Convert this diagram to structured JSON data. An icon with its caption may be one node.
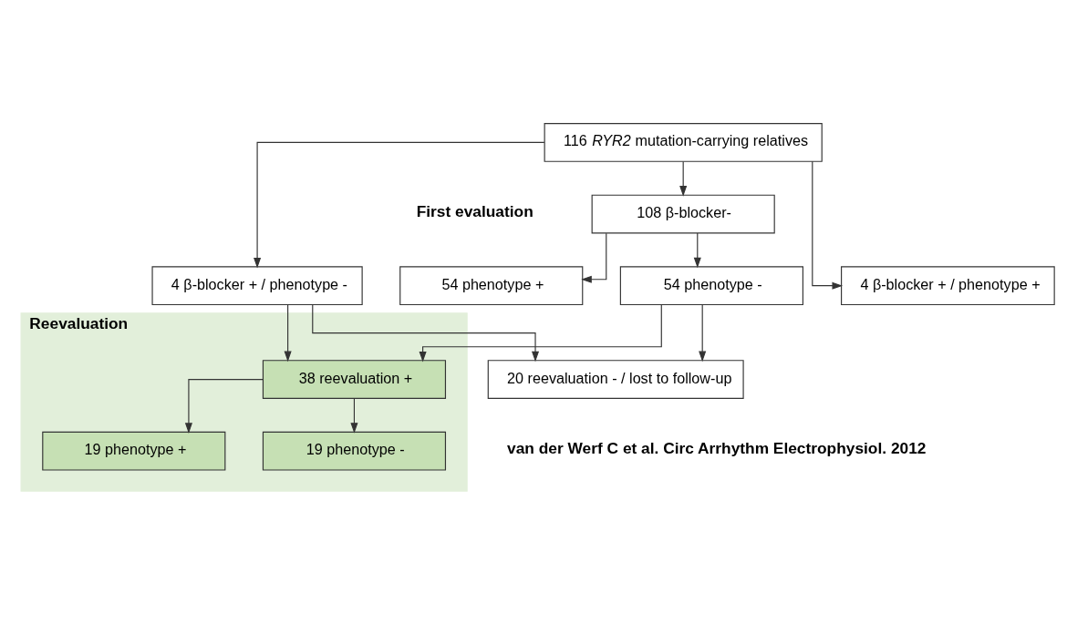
{
  "diagram": {
    "nodes": [
      {
        "text": [
          "116 *RYR2* mutation-carrying relatives"
        ]
      },
      {
        "text": [
          "4 β-blocker + / phenotype -"
        ]
      },
      {
        "text": [
          "4 β-blocker + / phenotype +"
        ]
      },
      {
        "text": [
          "108 β-blocker-"
        ]
      },
      {
        "text": [
          "54 phenotype +"
        ]
      },
      {
        "text": [
          "54 phenotype -"
        ]
      },
      {
        "text": [
          "Reevaluation"
        ]
      },
      {
        "text": [
          "38 reevaluation +"
        ],
        "in": 6
      },
      {
        "text": [
          "19 phenotype +"
        ],
        "in": 6
      },
      {
        "text": [
          "19 phenotype -"
        ],
        "in": 6
      },
      {
        "text": [
          "20 reevaluation - / lost to follow-up"
        ]
      }
    ],
    "edges": [
      {
        "from": 0,
        "to": 1,
        "arrow": "to"
      },
      {
        "from": 0,
        "to": 2,
        "arrow": "to"
      },
      {
        "from": 0,
        "to": 3,
        "arrow": "to"
      },
      {
        "from": 3,
        "to": 4,
        "arrow": "to"
      },
      {
        "from": 3,
        "to": 5,
        "arrow": "to"
      },
      {
        "from": 1,
        "to": 7,
        "arrow": "to"
      },
      {
        "from": 1,
        "to": 10,
        "arrow": "to"
      },
      {
        "from": 5,
        "to": 7,
        "arrow": "to"
      },
      {
        "from": 5,
        "to": 10,
        "arrow": "to"
      },
      {
        "from": 7,
        "to": 8,
        "arrow": "to"
      },
      {
        "from": 7,
        "to": 9,
        "arrow": "to"
      }
    ],
    "labels": [
      "First evaluation",
      "van der Werf C et al. Circ Arrhythm Electrophysiol. 2012"
    ]
  }
}
